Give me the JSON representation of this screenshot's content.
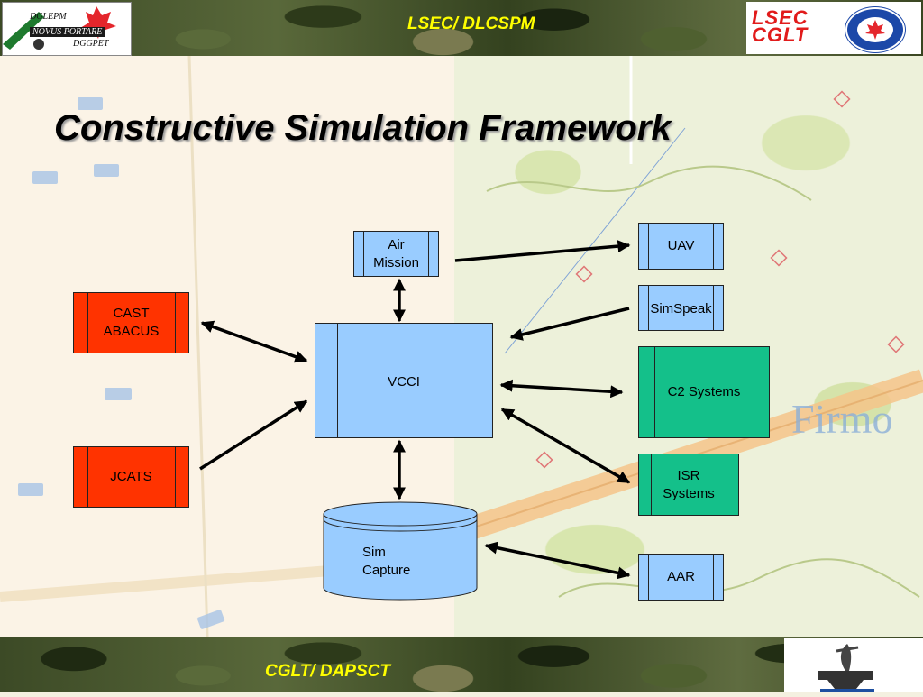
{
  "header": {
    "center_text": "LSEC/ DLCSPM"
  },
  "footer": {
    "center_text": "CGLT/ DAPSCT"
  },
  "logo_left": {
    "line1": "DGLEPM",
    "line2": "NOVUS PORTARE",
    "line3": "DGGPET"
  },
  "logo_right": {
    "brand_line1": "LSEC",
    "brand_line2": "CGLT"
  },
  "title": "Constructive Simulation Framework",
  "nodes": {
    "air_mission": {
      "line1": "Air",
      "line2": "Mission"
    },
    "cast_abacus": {
      "line1": "CAST",
      "line2": "ABACUS"
    },
    "jcats": {
      "label": "JCATS"
    },
    "vcci": {
      "label": "VCCI"
    },
    "sim_capture": {
      "line1": "Sim",
      "line2": "Capture"
    },
    "uav": {
      "label": "UAV"
    },
    "simspeak": {
      "label": "SimSpeak"
    },
    "c2_systems": {
      "label": "C2 Systems"
    },
    "isr_systems": {
      "line1": "ISR",
      "line2": "Systems"
    },
    "aar": {
      "label": "AAR"
    }
  },
  "map_label": "Firmo",
  "colors": {
    "banner_text": "#ffff00",
    "box_blue": "#99ccff",
    "box_red": "#ff3300",
    "box_green": "#14c08a"
  }
}
